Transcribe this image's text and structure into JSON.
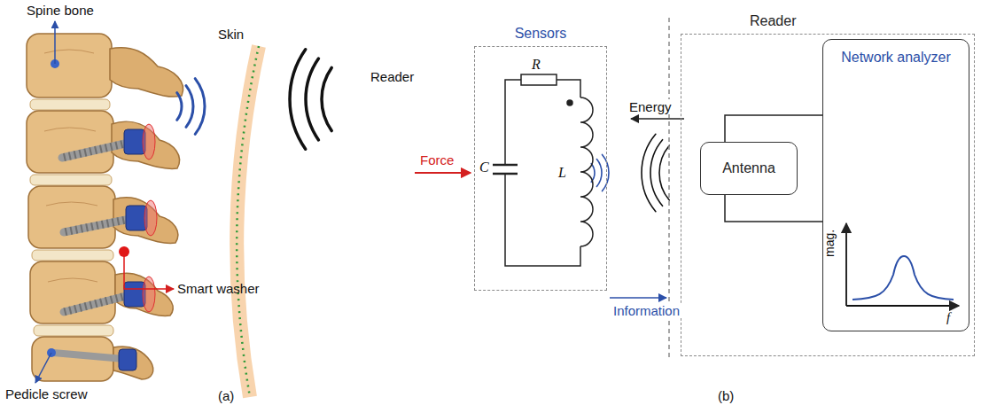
{
  "diagram": {
    "nodes": [
      {
        "text": [
          "Sensors"
        ]
      },
      {
        "text": [
          "Reader"
        ]
      },
      {
        "text": [
          "Antenna"
        ],
        "in": 1
      },
      {
        "text": [
          "Network analyzer"
        ],
        "in": 1
      }
    ],
    "edges": [
      {
        "from": 2,
        "to": 3,
        "arrow": "none"
      },
      {
        "from": 2,
        "to": 3,
        "arrow": "none"
      }
    ],
    "labels": [
      "Spine bone",
      "Skin",
      "Reader",
      "Smart washer",
      "Pedicle screw",
      "(a)",
      "R",
      "C",
      "L",
      "Force",
      "Energy",
      "Information",
      "mag.",
      "f",
      "(b)"
    ]
  }
}
